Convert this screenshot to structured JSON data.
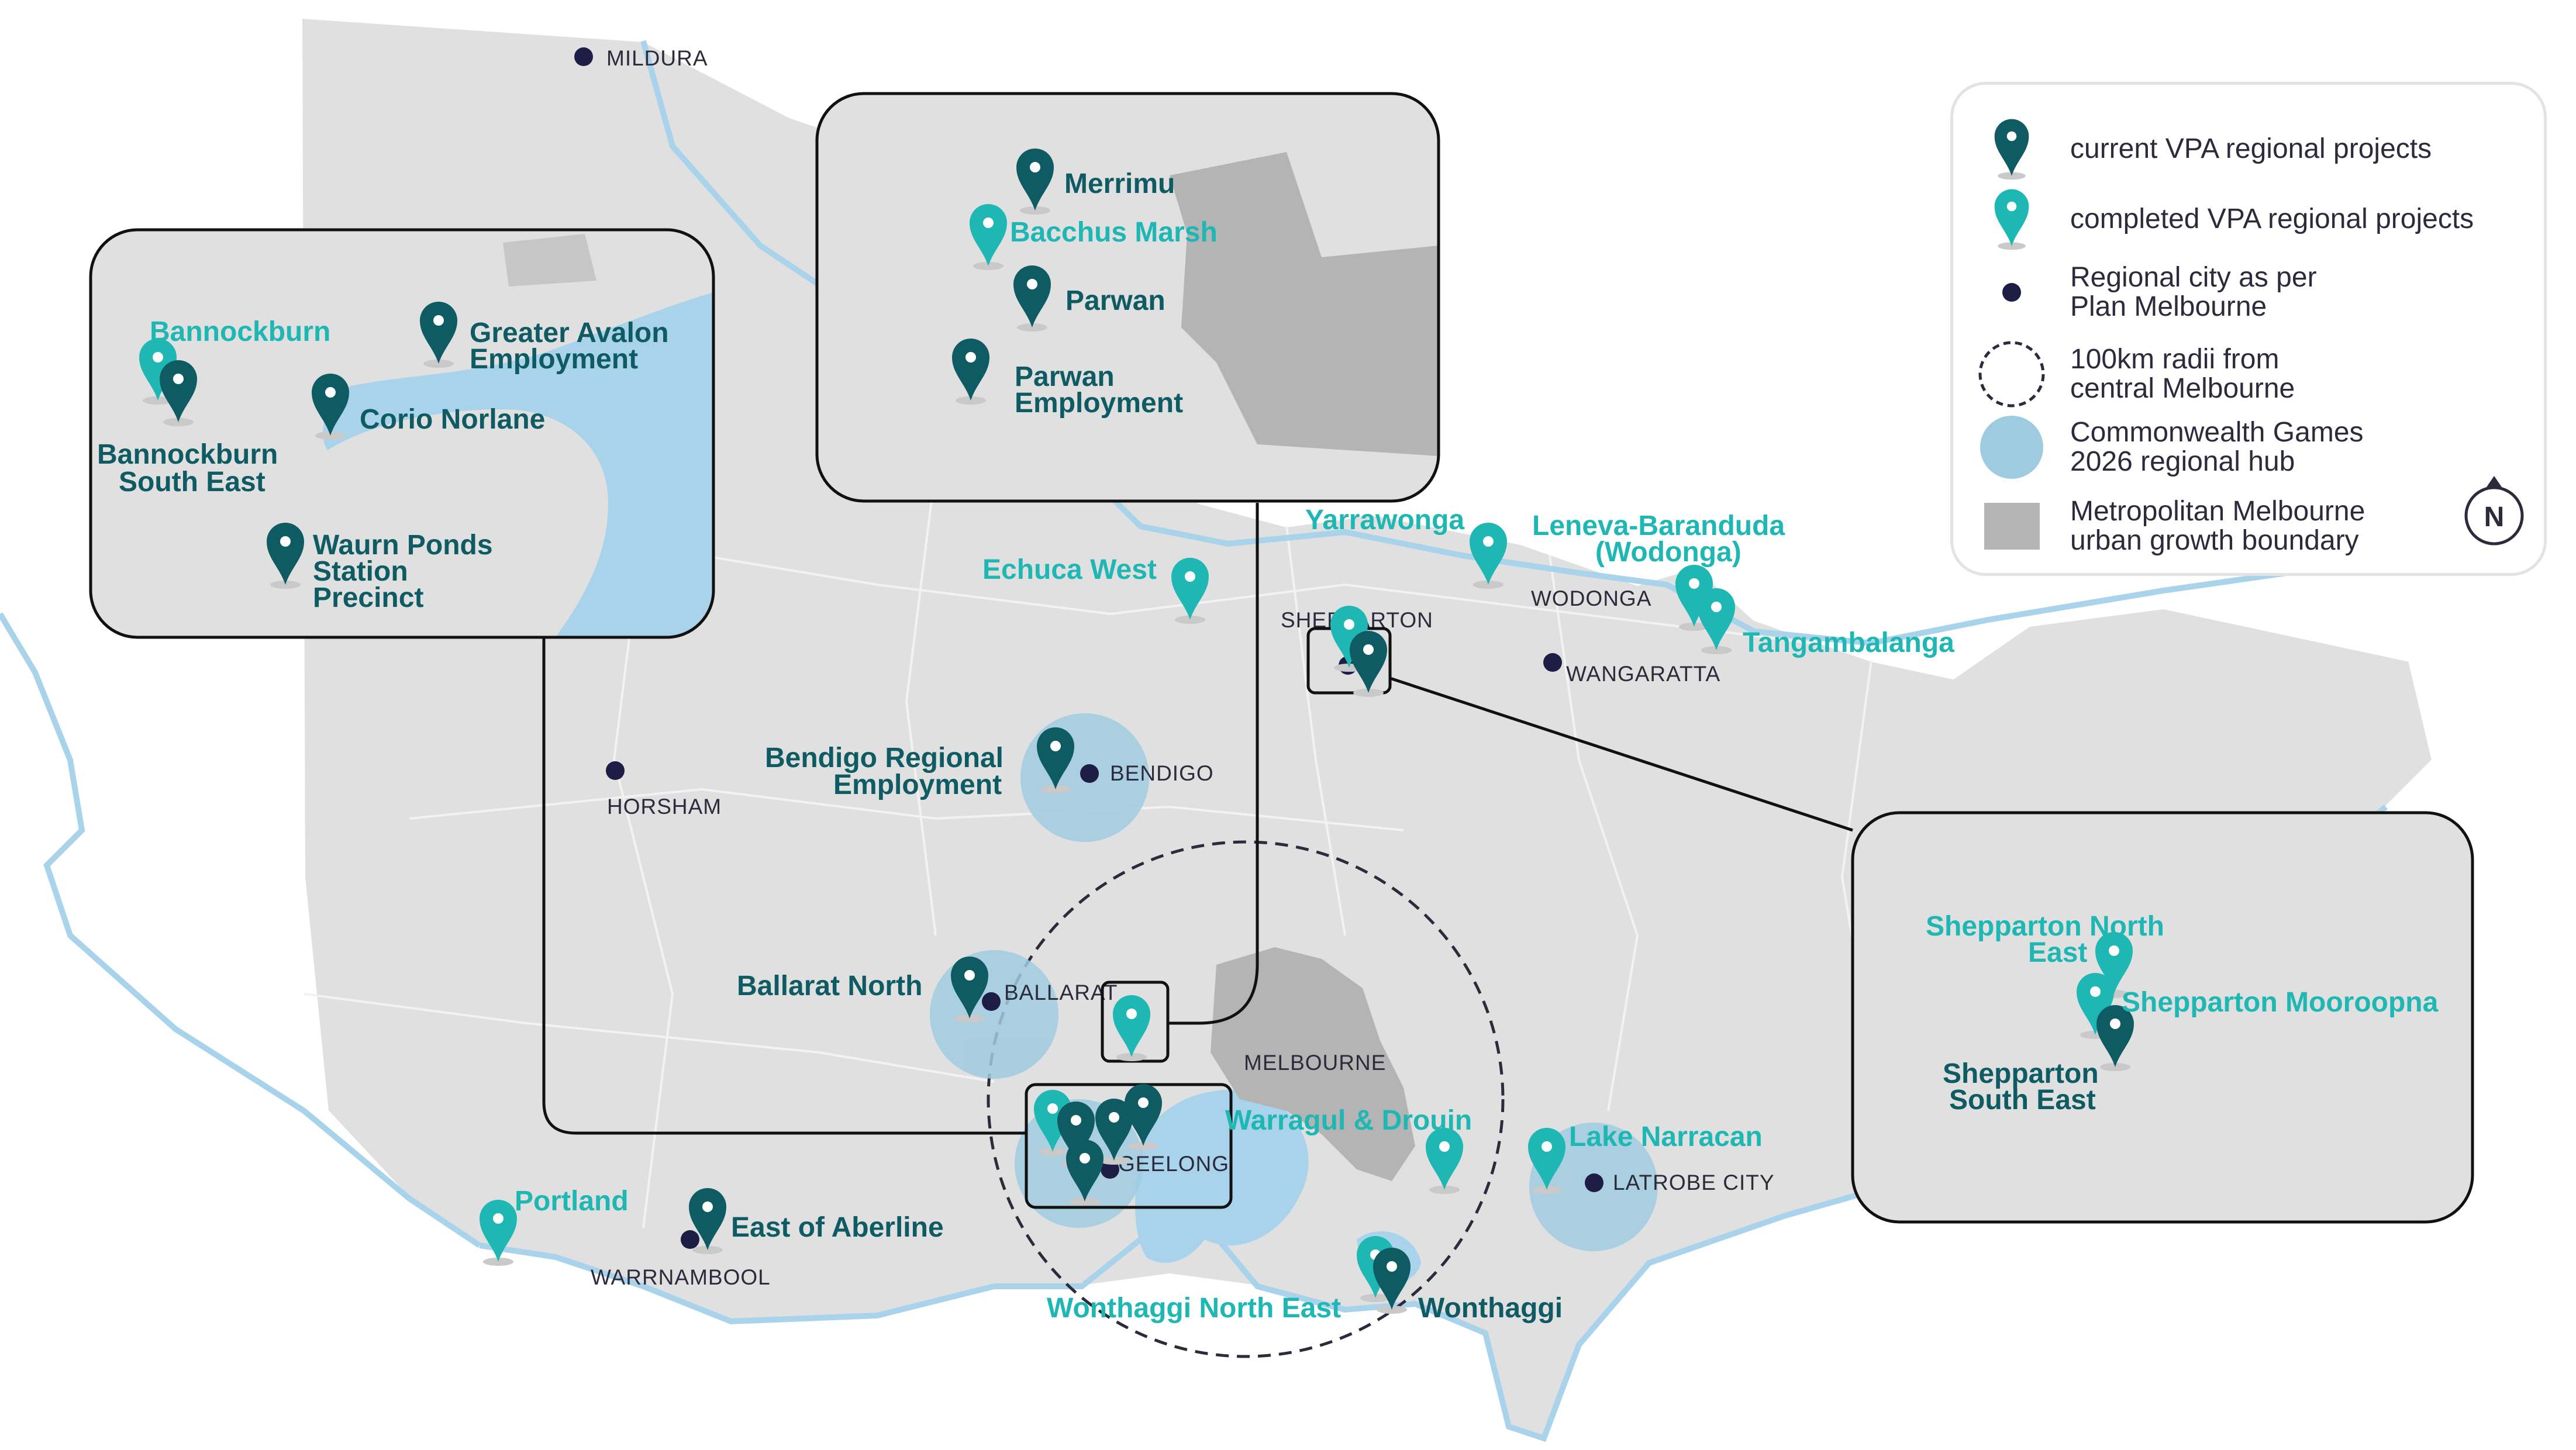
{
  "colors": {
    "current": "#0f5b63",
    "completed": "#1eb7b3",
    "regional_city": "#1d1d45",
    "hub": "#9fcbe0",
    "metro_ugb": "#b4b4b4",
    "water": "#a9d3eb",
    "land": "#e0e0e0"
  },
  "legend": {
    "current": "current VPA regional projects",
    "completed": "completed VPA regional projects",
    "regional_city_line1": "Regional city as per",
    "regional_city_line2": "Plan Melbourne",
    "radii_line1": "100km radii from",
    "radii_line2": "central Melbourne",
    "hub_line1": "Commonwealth Games",
    "hub_line2": "2026 regional hub",
    "ugb_line1": "Metropolitan Melbourne",
    "ugb_line2": "urban growth boundary",
    "north_symbol": "N"
  },
  "cities": {
    "mildura": "MILDURA",
    "shepparton": "SHEPPARTON",
    "wodonga": "WODONGA",
    "wangaratta": "WANGARATTA",
    "horsham": "HORSHAM",
    "bendigo": "BENDIGO",
    "ballarat": "BALLARAT",
    "melbourne": "MELBOURNE",
    "geelong": "GEELONG",
    "latrobe": "LATROBE CITY",
    "warrnambool": "WARRNAMBOOL"
  },
  "projects": {
    "yarrawonga": "Yarrawonga",
    "leneva_1": "Leneva-Baranduda",
    "leneva_2": "(Wodonga)",
    "tangambalanga": "Tangambalanga",
    "echuca_west": "Echuca West",
    "bendigo_1": "Bendigo Regional",
    "bendigo_2": "Employment",
    "ballarat_north": "Ballarat North",
    "warragul": "Warragul & Drouin",
    "lake_narracan": "Lake Narracan",
    "portland": "Portland",
    "east_of_aberline": "East of Aberline",
    "wonthaggi_ne": "Wonthaggi North East",
    "wonthaggi": "Wonthaggi"
  },
  "inset_geelong": {
    "bannockburn": "Bannockburn",
    "greater_avalon_1": "Greater Avalon",
    "greater_avalon_2": "Employment",
    "corio_norlane": "Corio Norlane",
    "bannockburn_se_1": "Bannockburn",
    "bannockburn_se_2": "South East",
    "waurn_ponds_1": "Waurn Ponds",
    "waurn_ponds_2": "Station",
    "waurn_ponds_3": "Precinct"
  },
  "inset_bacchus": {
    "merrimu": "Merrimu",
    "bacchus_marsh": "Bacchus Marsh",
    "parwan": "Parwan",
    "parwan_emp_1": "Parwan",
    "parwan_emp_2": "Employment"
  },
  "inset_shepparton": {
    "north_east_1": "Shepparton North",
    "north_east_2": "East",
    "mooroopna": "Shepparton Mooroopna",
    "south_east_1": "Shepparton",
    "south_east_2": "South East"
  }
}
